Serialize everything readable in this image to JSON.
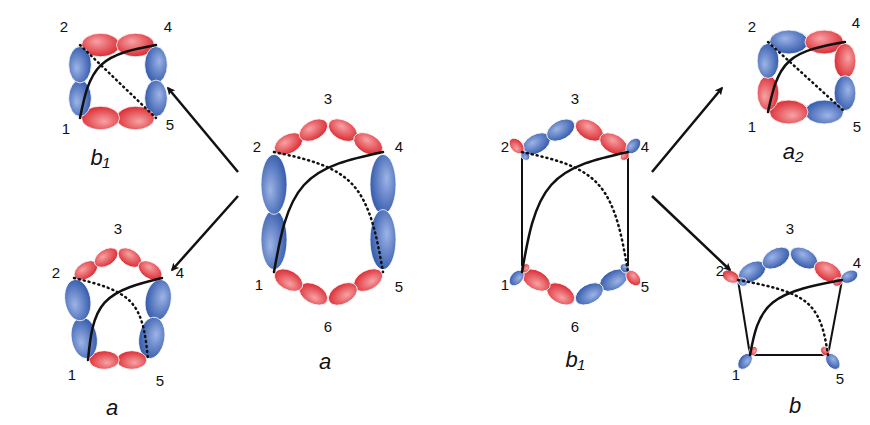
{
  "diagram": {
    "labels": [
      "2",
      "4",
      "1",
      "5",
      "b₁",
      "3",
      "2",
      "4",
      "1",
      "5",
      "6",
      "a",
      "3",
      "2",
      "4",
      "1",
      "5",
      "6",
      "b₁",
      "2",
      "4",
      "1",
      "5",
      "a₂",
      "3",
      "2",
      "4",
      "1",
      "5",
      "a",
      "3",
      "2",
      "4",
      "1",
      "5",
      "b"
    ]
  }
}
